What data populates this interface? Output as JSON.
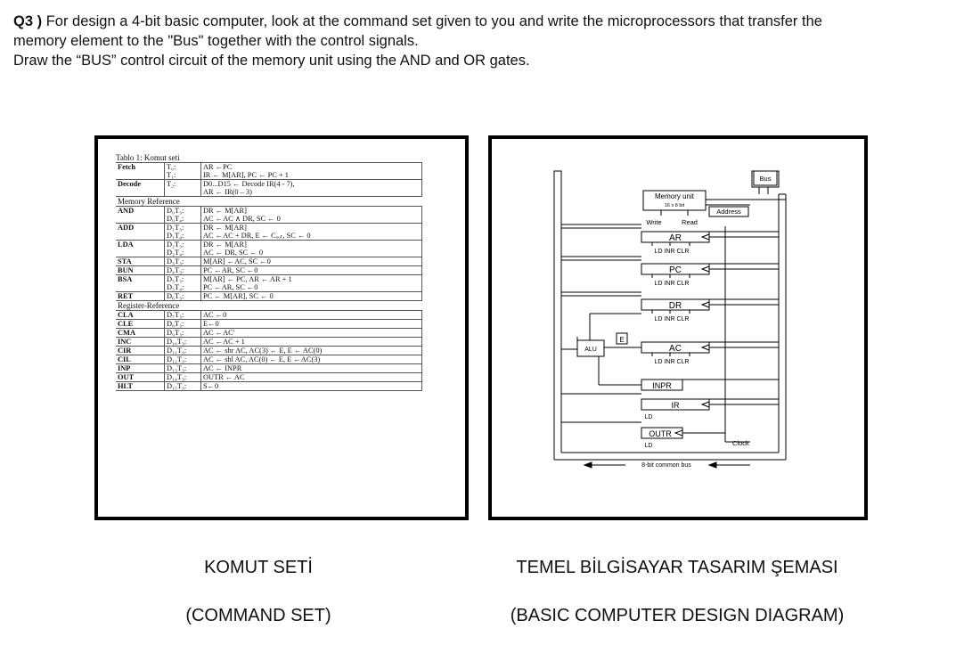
{
  "question": {
    "label": "Q3 )",
    "line1": "For design a 4-bit basic computer, look at the command set given to you and write the microprocessors that transfer the",
    "line2": "memory element to the \"Bus\" together with the control signals.",
    "line3": "Draw the “BUS” control circuit of the memory unit using the AND and OR gates."
  },
  "command_table": {
    "title": "Tablo 1: Komut seti",
    "rows": [
      {
        "name": "Fetch",
        "time": "T₀:",
        "op": "AR ←PC",
        "sec": false,
        "gtop": true
      },
      {
        "name": "",
        "time": "T₁:",
        "op": "IR ← M[AR], PC ← PC + 1",
        "sec": false,
        "gtop": false
      },
      {
        "name": "Decode",
        "time": "T₂:",
        "op": "D0...D15 ← Decode IR(4 - 7),",
        "sec": false,
        "gtop": true
      },
      {
        "name": "",
        "time": "",
        "op": "AR ← IR(0 – 3)",
        "sec": false,
        "gtop": false
      },
      {
        "name": "Memory Reference",
        "time": "",
        "op": "",
        "sec": true,
        "gtop": true
      },
      {
        "name": "AND",
        "time": "D₀T₃:",
        "op": "DR ← M[AR]",
        "sec": false,
        "gtop": true
      },
      {
        "name": "",
        "time": "D₀T₄:",
        "op": "AC ←AC ∧ DR, SC ← 0",
        "sec": false,
        "gtop": false
      },
      {
        "name": "ADD",
        "time": "D₁T₃:",
        "op": "DR ← M[AR]",
        "sec": false,
        "gtop": true
      },
      {
        "name": "",
        "time": "D₁T₄:",
        "op": "AC ←AC + DR, E ← Cₒᵤₜ, SC ← 0",
        "sec": false,
        "gtop": false
      },
      {
        "name": "LDA",
        "time": "D₂T₃:",
        "op": "DR ← M[AR]",
        "sec": false,
        "gtop": true
      },
      {
        "name": "",
        "time": "D₂T₄:",
        "op": "AC ← DR, SC ← 0",
        "sec": false,
        "gtop": false
      },
      {
        "name": "STA",
        "time": "D₃T₃:",
        "op": "M[AR] ←AC, SC ←0",
        "sec": false,
        "gtop": true
      },
      {
        "name": "BUN",
        "time": "D₄T₃:",
        "op": "PC ←AR, SC ←0",
        "sec": false,
        "gtop": true
      },
      {
        "name": "BSA",
        "time": "D₅T₃:",
        "op": "M[AR] ← PC, AR ← AR + 1",
        "sec": false,
        "gtop": true
      },
      {
        "name": "",
        "time": "D₅T₄:",
        "op": "PC ←AR, SC ←0",
        "sec": false,
        "gtop": false
      },
      {
        "name": "RET",
        "time": "D₆T₃:",
        "op": "PC ← M[AR], SC ← 0",
        "sec": false,
        "gtop": true
      },
      {
        "name": "Register-Reference",
        "time": "",
        "op": "",
        "sec": true,
        "gtop": true
      },
      {
        "name": "CLA",
        "time": "D₇T₃:",
        "op": "AC ←0",
        "sec": false,
        "gtop": true
      },
      {
        "name": "CLE",
        "time": "D₈T₃:",
        "op": "E←0",
        "sec": false,
        "gtop": true
      },
      {
        "name": "CMA",
        "time": "D₉T₃:",
        "op": "AC ←AC'",
        "sec": false,
        "gtop": true
      },
      {
        "name": "INC",
        "time": "D₁₀T₃:",
        "op": "AC ←AC + 1",
        "sec": false,
        "gtop": true
      },
      {
        "name": "CIR",
        "time": "D₁₁T₃:",
        "op": "AC ← shr AC, AC(3) ← E, E ← AC(0)",
        "sec": false,
        "gtop": true
      },
      {
        "name": "CIL",
        "time": "D₁₂T₃:",
        "op": "AC ← shl AC, AC(0) ← E, E ←AC(3)",
        "sec": false,
        "gtop": true
      },
      {
        "name": "INP",
        "time": "D₁₃T₃:",
        "op": "AC ← INPR",
        "sec": false,
        "gtop": true
      },
      {
        "name": "OUT",
        "time": "D₁₄T₃:",
        "op": "OUTR ← AC",
        "sec": false,
        "gtop": true
      },
      {
        "name": "HLT",
        "time": "D₁₅T₃:",
        "op": "S←0",
        "sec": false,
        "gtop": true
      }
    ]
  },
  "diagram": {
    "bus": "Bus",
    "memory_unit": "Memory unit",
    "memory_size": "16 x 8 bit",
    "address": "Address",
    "write": "Write",
    "read": "Read",
    "ar": "AR",
    "pc": "PC",
    "dr": "DR",
    "ac": "AC",
    "inpr": "INPR",
    "ir": "IR",
    "outr": "OUTR",
    "alu": "ALU",
    "e": "E",
    "ctrl_ar": "LD  INR  CLR",
    "ctrl_pc": "LD  INR  CLR",
    "ctrl_dr": "LD  INR  CLR",
    "ctrl_ac": "LD  INR  CLR",
    "ld_ir": "LD",
    "ld_outr": "LD",
    "clock": "Clock",
    "common_bus": "8-bit common bus"
  },
  "captions": {
    "left_title": "KOMUT SETİ",
    "left_sub": "(COMMAND SET)",
    "right_title": "TEMEL BİLGİSAYAR TASARIM ŞEMASI",
    "right_sub": "(BASIC COMPUTER DESIGN DIAGRAM)"
  }
}
